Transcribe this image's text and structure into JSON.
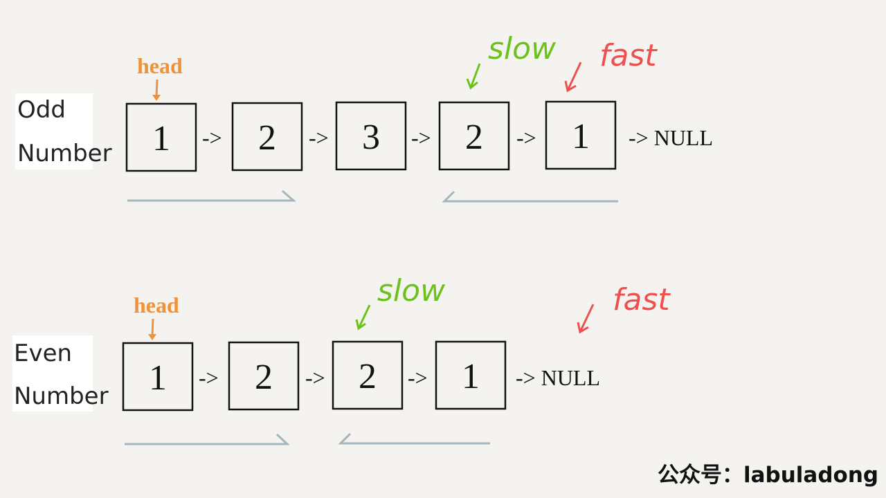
{
  "odd": {
    "label_line1": "Odd",
    "label_line2": "Number",
    "nodes": [
      "1",
      "2",
      "3",
      "2",
      "1"
    ],
    "link": "->",
    "null_label": "-> NULL",
    "head": "head",
    "slow": "slow",
    "fast": "fast"
  },
  "even": {
    "label_line1": "Even",
    "label_line2": "Number",
    "nodes": [
      "1",
      "2",
      "2",
      "1"
    ],
    "link": "->",
    "null_label": "-> NULL",
    "head": "head",
    "slow": "slow",
    "fast": "fast"
  },
  "footer": "公众号：labuladong",
  "colors": {
    "head": "#f0923a",
    "slow": "#6cc21c",
    "fast": "#ef4f4f",
    "direction": "#a3b5bd"
  }
}
